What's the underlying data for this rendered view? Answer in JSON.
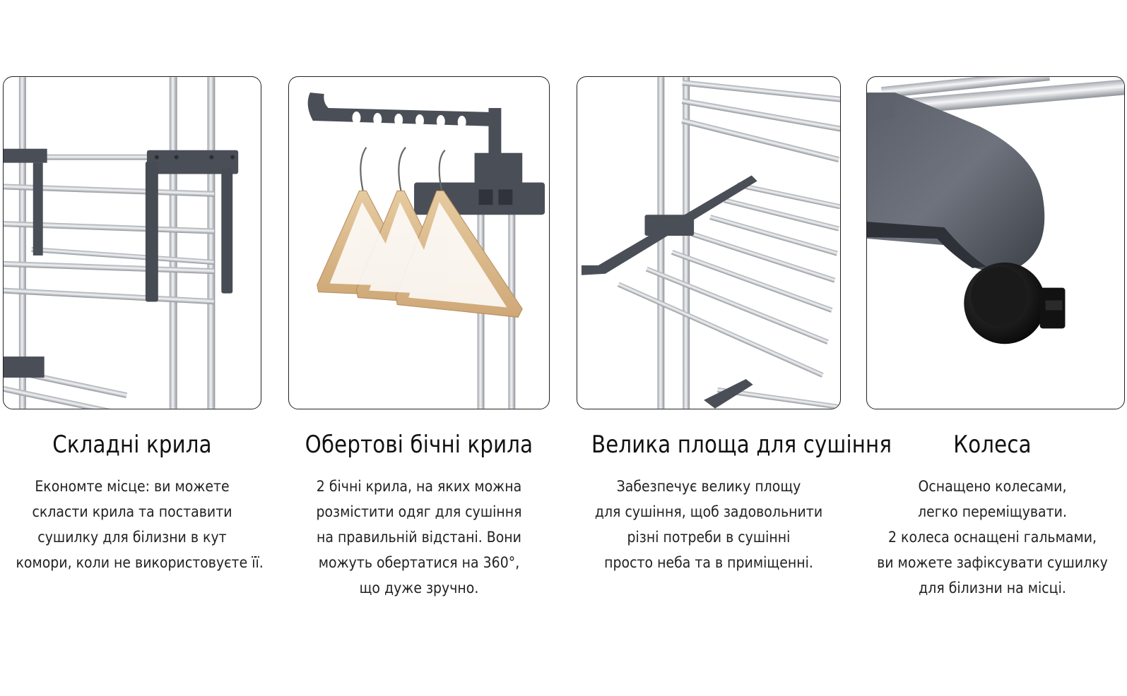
{
  "features": [
    {
      "title": "Складні крила",
      "image_icon": "folding-wings-illustration",
      "lines": [
        "Економте місце: ви можете",
        "скласти крила та поставити",
        "сушилку для білизни в кут",
        "комори, коли не використовуєте її."
      ]
    },
    {
      "title": "Обертові бічні крила",
      "image_icon": "rotating-side-wings-illustration",
      "lines": [
        "2 бічні крила, на яких можна",
        "розмістити одяг для сушіння",
        "на правильній відстані. Вони",
        "можуть обертатися на 360°,",
        "що дуже зручно."
      ]
    },
    {
      "title": "Велика площа для сушіння",
      "image_icon": "large-drying-area-illustration",
      "lines": [
        "Забезпечує велику площу",
        "для сушіння, щоб задовольнити",
        "різні потреби в сушінні",
        "просто неба та в приміщенні."
      ]
    },
    {
      "title": "Колеса",
      "image_icon": "wheels-illustration",
      "lines": [
        "Оснащено колесами,",
        "легко переміщувати.",
        "2 колеса оснащені гальмами,",
        "ви можете зафіксувати сушилку",
        "для білизни на місці."
      ]
    }
  ],
  "colors": {
    "frame_dark": "#4a4e57",
    "rail_silver": "#c9ccd1",
    "wood": "#d9b98a",
    "wheel": "#111111",
    "border": "#222222"
  }
}
